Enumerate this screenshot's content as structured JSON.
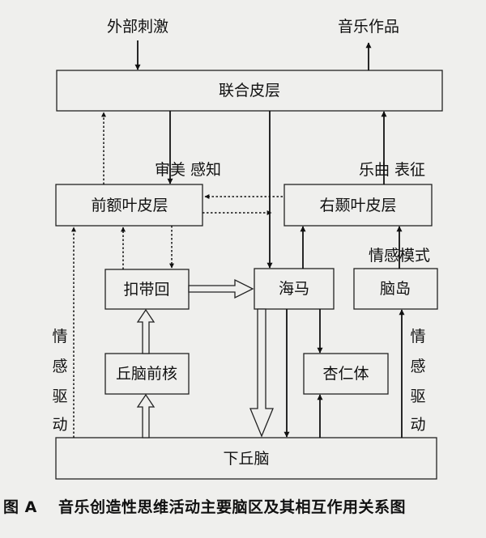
{
  "nodes": {
    "cortex": "联合皮层",
    "prefrontal": "前额叶皮层",
    "temporal": "右颞叶皮层",
    "cingulate": "扣带回",
    "hippocampus": "海马",
    "insula": "脑岛",
    "thalamus": "丘脑前核",
    "amygdala": "杏仁体",
    "hypothalamus": "下丘脑"
  },
  "labels": {
    "external": "外部刺激",
    "works": "音乐作品",
    "aesthetic": "审美 感知",
    "melody": "乐曲 表征",
    "emotion_mode": "情感模式",
    "drive_left": [
      "情",
      "感",
      "驱",
      "动"
    ],
    "drive_right": [
      "情",
      "感",
      "驱",
      "动"
    ]
  },
  "caption": {
    "label": "图 A",
    "text": "音乐创造性思维活动主要脑区及其相互作用关系图"
  }
}
